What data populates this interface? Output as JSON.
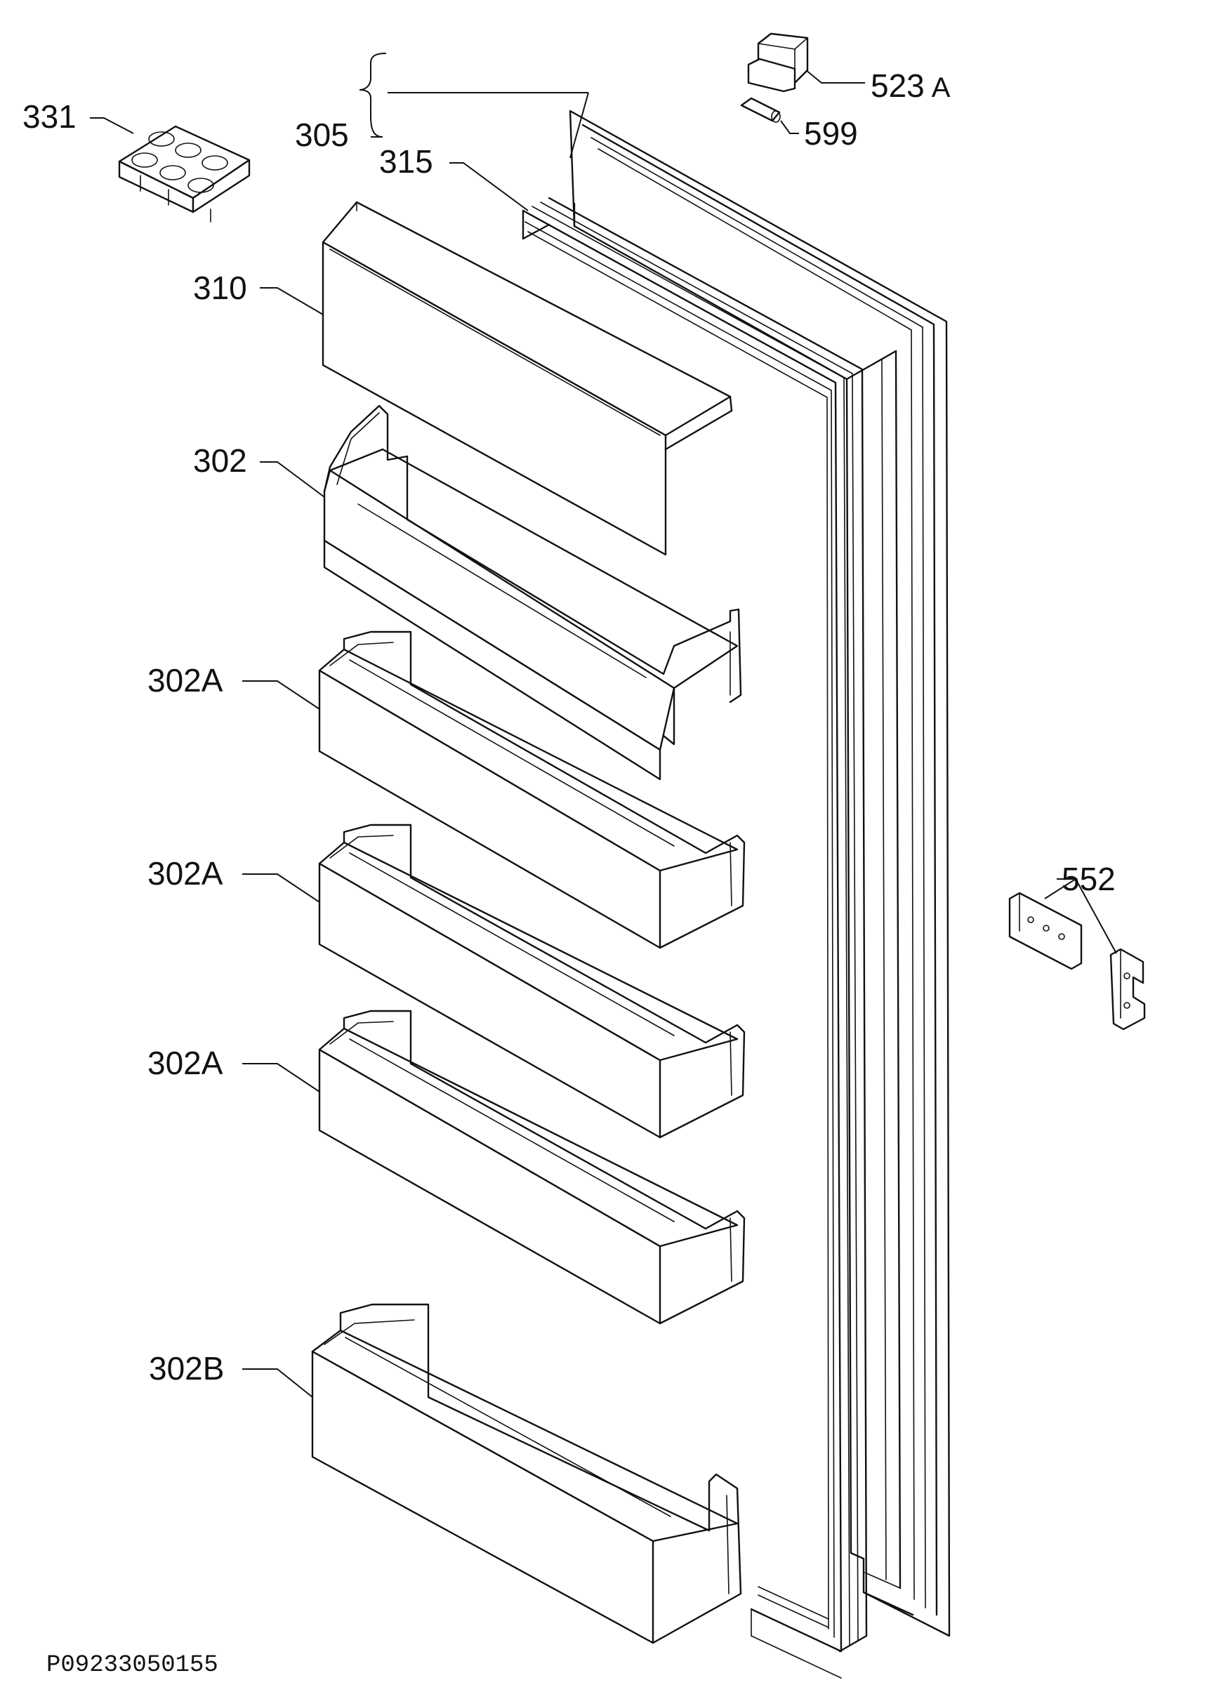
{
  "diagram": {
    "drawing_code": "P09233050155",
    "labels": {
      "l331": "331",
      "l305": "305",
      "l315": "315",
      "l310": "310",
      "l302": "302",
      "l302a_1": "302A",
      "l302a_2": "302A",
      "l302a_3": "302A",
      "l302b": "302B",
      "l523a": "523",
      "l523a_suffix": "A",
      "l599": "599",
      "l552": "552"
    }
  }
}
